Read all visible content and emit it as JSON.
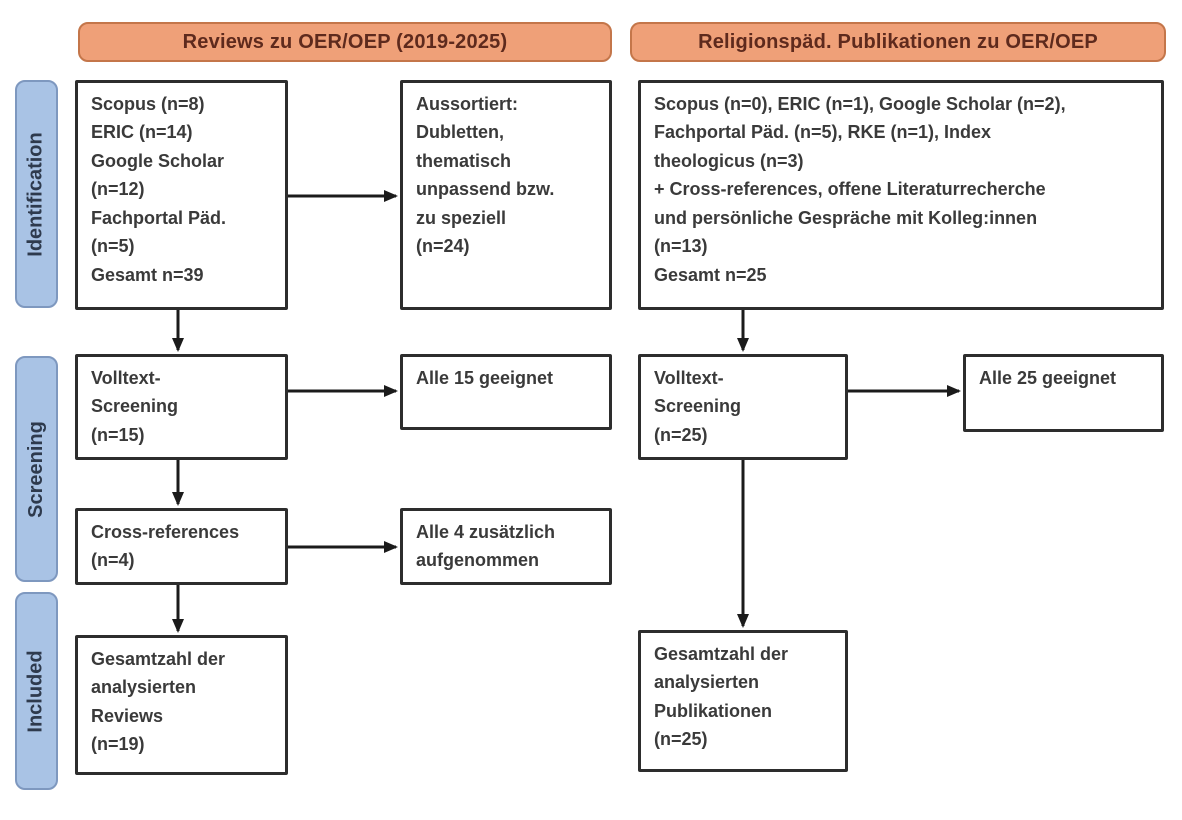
{
  "headers": {
    "left": "Reviews zu OER/OEP (2019-2025)",
    "right": "Religionspäd. Publikationen zu OER/OEP"
  },
  "stages": {
    "identification": "Identification",
    "screening": "Screening",
    "included": "Included"
  },
  "left_column": {
    "sources": "Scopus (n=8)\nERIC (n=14)\nGoogle Scholar\n(n=12)\nFachportal Päd.\n(n=5)\nGesamt n=39",
    "excluded": "Aussortiert:\nDubletten,\nthematisch\nunpassend bzw.\nzu speziell\n(n=24)",
    "fulltext_screening": "Volltext-\nScreening\n(n=15)",
    "fulltext_result": "Alle 15 geeignet",
    "cross_references": "Cross-references\n(n=4)",
    "cross_references_result": "Alle 4 zusätzlich\naufgenommen",
    "total": "Gesamtzahl der\nanalysierten\nReviews\n(n=19)"
  },
  "right_column": {
    "sources": "Scopus (n=0), ERIC (n=1), Google Scholar (n=2),\nFachportal Päd. (n=5), RKE (n=1), Index\ntheologicus (n=3)\n+ Cross-references, offene Literaturrecherche\nund persönliche Gespräche mit Kolleg:innen\n(n=13)\nGesamt n=25",
    "fulltext_screening": "Volltext-\nScreening\n(n=25)",
    "fulltext_result": "Alle 25 geeignet",
    "total": "Gesamtzahl der\nanalysierten\nPublikationen\n(n=25)"
  },
  "colors": {
    "header_fill": "#efa078",
    "header_border": "#c4764a",
    "header_text": "#5e2a1d",
    "stage_fill": "#a9c3e5",
    "stage_border": "#7e98bf",
    "stage_text": "#2e3a4d",
    "box_border": "#2d2d2d",
    "box_text": "#3a3a3a",
    "arrow_color": "#1b1b1b"
  }
}
